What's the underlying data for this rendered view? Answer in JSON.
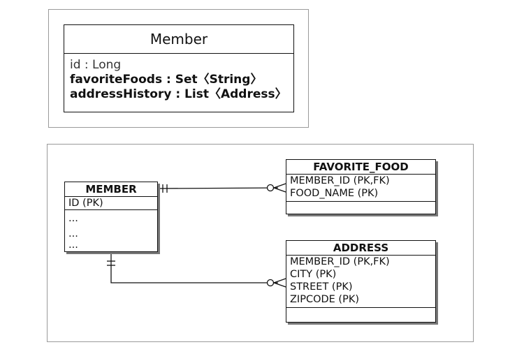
{
  "class_diagram": {
    "title": "Member",
    "attributes": [
      "id : Long",
      "favoriteFoods : Set〈String〉",
      "addressHistory : List〈Address〉"
    ]
  },
  "erd": {
    "member": {
      "name": "MEMBER",
      "pk": "ID (PK)",
      "rows": [
        "...",
        "...",
        "..."
      ]
    },
    "favorite_food": {
      "name": "FAVORITE_FOOD",
      "rows": [
        "MEMBER_ID (PK,FK)",
        "FOOD_NAME (PK)"
      ]
    },
    "address": {
      "name": "ADDRESS",
      "rows": [
        "MEMBER_ID (PK,FK)",
        "CITY (PK)",
        "STREET (PK)",
        "ZIPCODE (PK)"
      ]
    }
  }
}
